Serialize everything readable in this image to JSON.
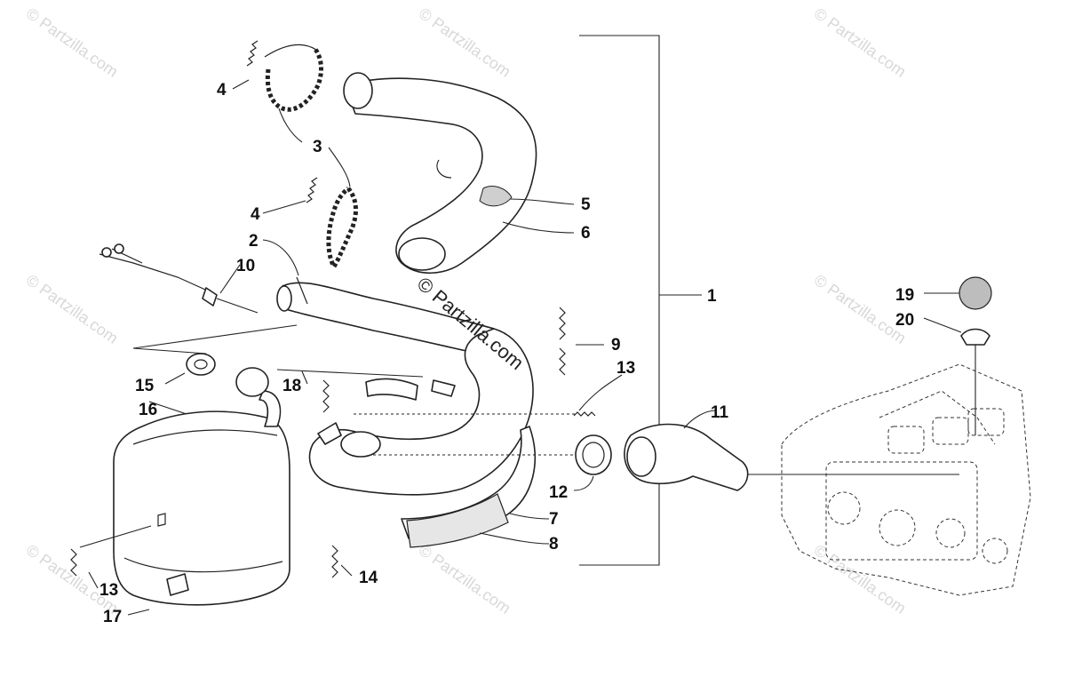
{
  "watermark": "© Partzilla.com",
  "center_watermark": "© Partzilla.com",
  "callouts": {
    "c1": "1",
    "c2": "2",
    "c3": "3",
    "c4a": "4",
    "c4b": "4",
    "c5": "5",
    "c6": "6",
    "c7": "7",
    "c8": "8",
    "c9": "9",
    "c10": "10",
    "c11": "11",
    "c12": "12",
    "c13a": "13",
    "c13b": "13",
    "c14": "14",
    "c15": "15",
    "c16": "16",
    "c17": "17",
    "c18": "18",
    "c19": "19",
    "c20": "20"
  },
  "colors": {
    "line": "#222222",
    "watermark": "#d8d8d8",
    "background": "#ffffff"
  }
}
